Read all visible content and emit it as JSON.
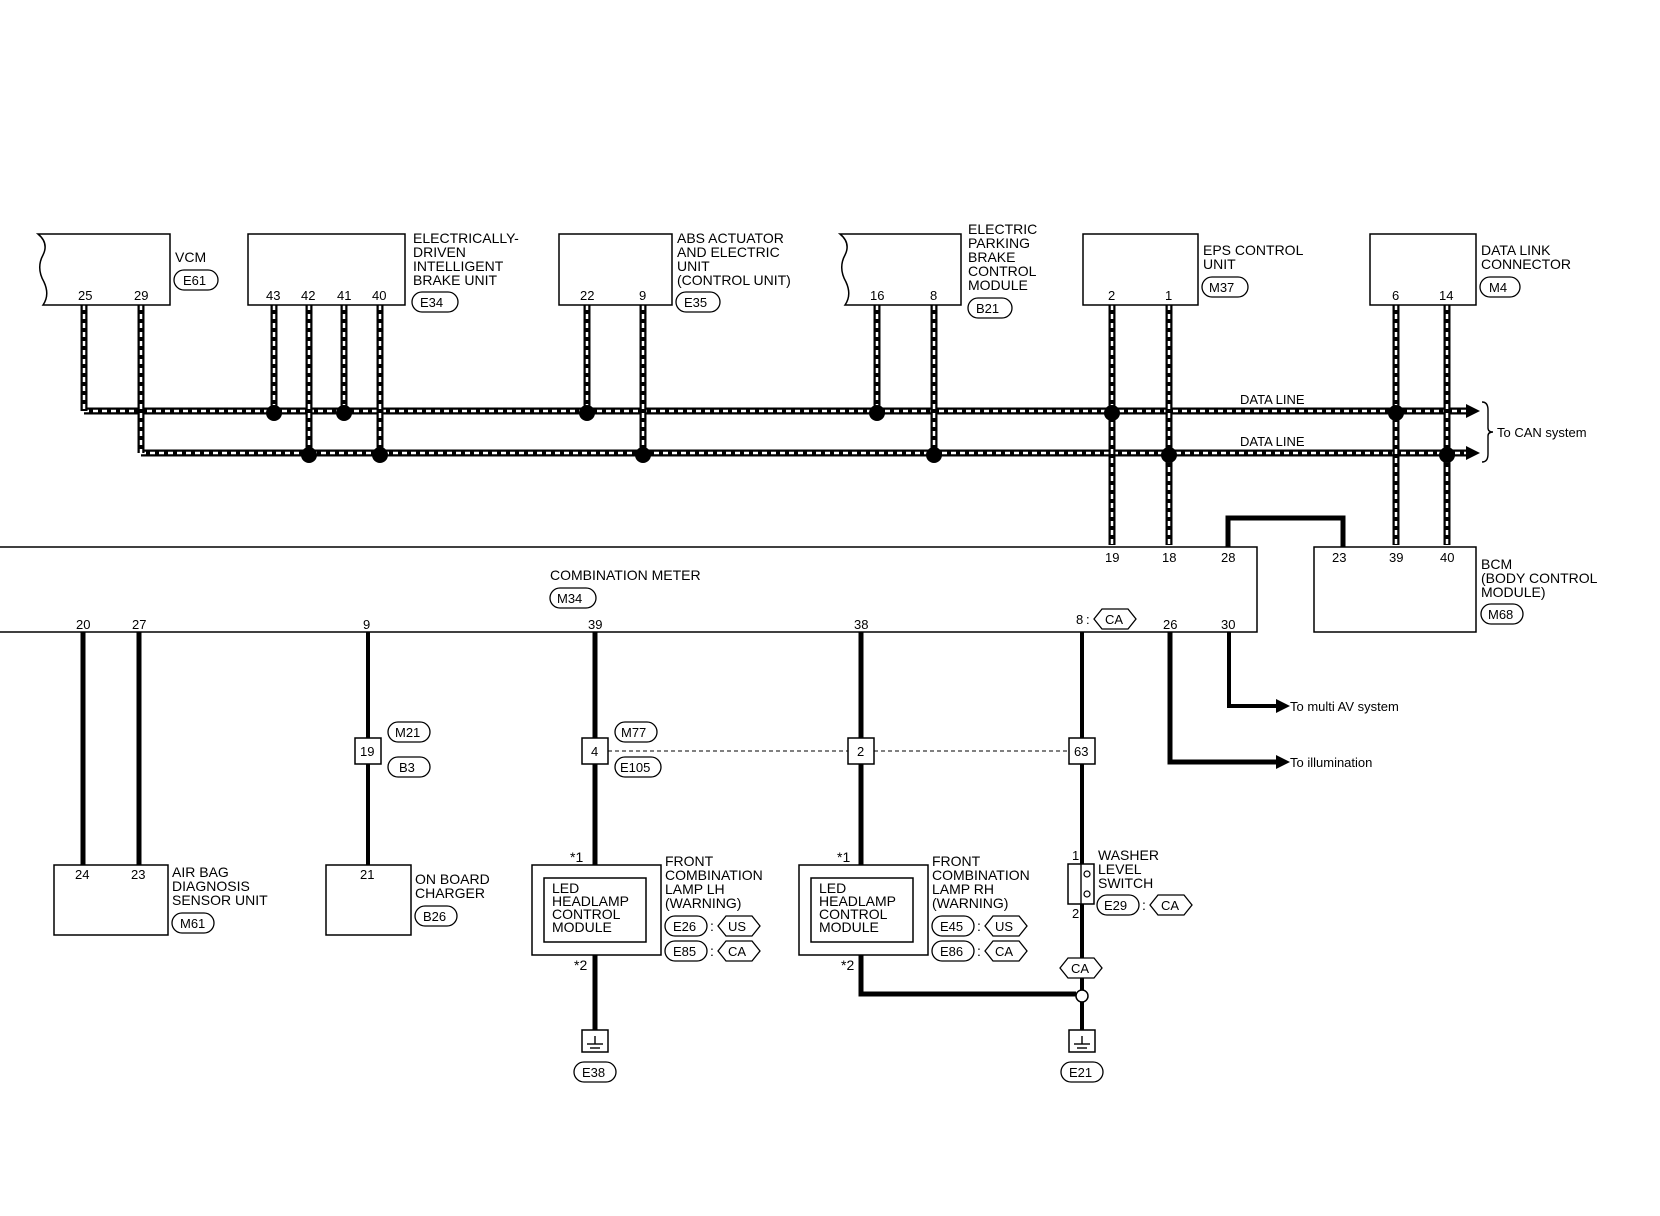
{
  "modules": {
    "vcm": {
      "name": [
        "VCM"
      ],
      "connector": "E61",
      "pins": [
        "25",
        "29"
      ]
    },
    "brake": {
      "name": [
        "ELECTRICALLY-",
        "DRIVEN",
        "INTELLIGENT",
        "BRAKE UNIT"
      ],
      "connector": "E34",
      "pins": [
        "43",
        "42",
        "41",
        "40"
      ]
    },
    "abs": {
      "name": [
        "ABS ACTUATOR",
        "AND ELECTRIC",
        "UNIT",
        "(CONTROL UNIT)"
      ],
      "connector": "E35",
      "pins": [
        "22",
        "9"
      ]
    },
    "epb": {
      "name": [
        "ELECTRIC",
        "PARKING",
        "BRAKE",
        "CONTROL",
        "MODULE"
      ],
      "connector": "B21",
      "pins": [
        "16",
        "8"
      ]
    },
    "eps": {
      "name": [
        "EPS CONTROL",
        "UNIT"
      ],
      "connector": "M37",
      "pins": [
        "2",
        "1"
      ]
    },
    "dlc": {
      "name": [
        "DATA LINK",
        "CONNECTOR"
      ],
      "connector": "M4",
      "pins": [
        "6",
        "14"
      ]
    },
    "meter": {
      "name": [
        "COMBINATION METER"
      ],
      "connector": "M34",
      "top_pins": [
        "19",
        "18",
        "28"
      ],
      "bottom_pins": [
        "20",
        "27",
        "9",
        "39",
        "38",
        "8",
        "26",
        "30"
      ],
      "pin8_tag": "CA"
    },
    "bcm": {
      "name": [
        "BCM",
        "(BODY CONTROL",
        "MODULE)"
      ],
      "connector": "M68",
      "pins": [
        "23",
        "39",
        "40"
      ]
    },
    "airbag": {
      "name": [
        "AIR BAG",
        "DIAGNOSIS",
        "SENSOR UNIT"
      ],
      "connector": "M61",
      "pins": [
        "24",
        "23"
      ]
    },
    "charger": {
      "name": [
        "ON BOARD",
        "CHARGER"
      ],
      "connector": "B26",
      "pins": [
        "21"
      ]
    },
    "lamp_lh": {
      "name": [
        "FRONT",
        "COMBINATION",
        "LAMP LH",
        "(WARNING)"
      ],
      "inner": [
        "LED",
        "HEADLAMP",
        "CONTROL",
        "MODULE"
      ],
      "conn1": "E26",
      "conn1_tag": "US",
      "conn2": "E85",
      "conn2_tag": "CA",
      "mark_top": "*1",
      "mark_bottom": "*2"
    },
    "lamp_rh": {
      "name": [
        "FRONT",
        "COMBINATION",
        "LAMP RH",
        "(WARNING)"
      ],
      "inner": [
        "LED",
        "HEADLAMP",
        "CONTROL",
        "MODULE"
      ],
      "conn1": "E45",
      "conn1_tag": "US",
      "conn2": "E86",
      "conn2_tag": "CA",
      "mark_top": "*1",
      "mark_bottom": "*2"
    },
    "washer": {
      "name": [
        "WASHER",
        "LEVEL",
        "SWITCH"
      ],
      "connector": "E29",
      "tag": "CA",
      "pins": [
        "1",
        "2"
      ],
      "ground_tag": "CA"
    }
  },
  "bus": {
    "line_label": "DATA LINE",
    "line2_label": "DATA LINE",
    "destination": "To CAN system"
  },
  "arrows": {
    "multi_av": "To multi AV system",
    "illumination": "To illumination"
  },
  "joints": {
    "j19": {
      "pin": "19",
      "conn_a": "M21",
      "conn_b": "B3"
    },
    "j4": {
      "pin": "4",
      "conn_a": "M77",
      "conn_b": "E105"
    },
    "j2": {
      "pin": "2"
    },
    "j63": {
      "pin": "63"
    }
  },
  "grounds": {
    "g1": "E38",
    "g2": "E21"
  }
}
